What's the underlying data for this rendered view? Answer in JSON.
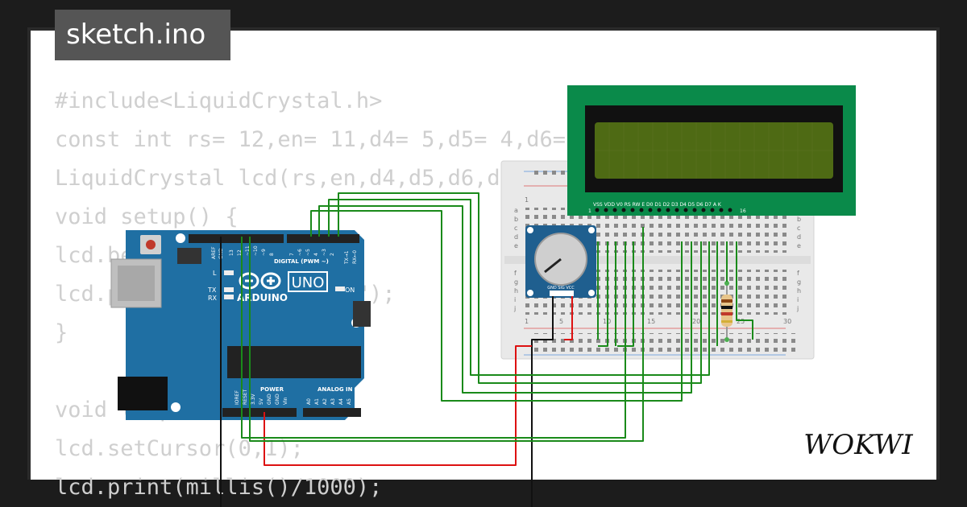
{
  "file_tab": {
    "name": "sketch.ino"
  },
  "code": {
    "lines": [
      "#include<LiquidCrystal.h>",
      "const int rs= 12,en= 11,d4= 5,d5= 4,d6= 3,d7= 2;",
      "LiquidCrystal lcd(rs,en,d4,d5,d6,d7);",
      "void setup() {",
      "lcd.begin(16,2);",
      "lcd.print(\"HELLO WORLD!\");",
      "}",
      "",
      "void loop() {",
      "lcd.setCursor(0,1);",
      "lcd.print(millis()/1000);"
    ]
  },
  "arduino": {
    "model": "UNO",
    "brand": "ARDUINO",
    "header_labels": [
      "AREF",
      "GND",
      "13",
      "12",
      "~11",
      "~10",
      "~9",
      "8",
      "7",
      "~6",
      "~5",
      "4",
      "~3",
      "2",
      "TX→1",
      "RX←0"
    ],
    "digital_label": "DIGITAL (PWM ~)",
    "power_label": "POWER",
    "analog_label": "ANALOG IN",
    "power_pins": [
      "IOREF",
      "RESET",
      "3.3V",
      "5V",
      "GND",
      "GND",
      "Vin"
    ],
    "analog_pins": [
      "A0",
      "A1",
      "A2",
      "A3",
      "A4",
      "A5"
    ],
    "led_labels": [
      "L",
      "TX",
      "RX"
    ],
    "on_label": "ON"
  },
  "breadboard": {
    "column_numbers": [
      "1",
      "5",
      "10",
      "15",
      "20",
      "25",
      "30"
    ],
    "row_letters_top": [
      "a",
      "b",
      "c",
      "d",
      "e"
    ],
    "row_letters_bottom": [
      "f",
      "g",
      "h",
      "i",
      "j"
    ]
  },
  "lcd": {
    "pin_labels": "VSS VDD V0 RS RW E D0 D1 D2 D3 D4 D5 D6 D7 A K",
    "pin_start": "1",
    "pin_end": "16"
  },
  "potentiometer": {
    "pin_labels": "GND SIG VCC"
  },
  "brand": {
    "logo": "WOKWI"
  },
  "colors": {
    "board_blue": "#1f6fa3",
    "lcd_green": "#0a8a4a",
    "lcd_screen": "#4e6a14",
    "wire_green": "#1a8a1a",
    "wire_red": "#dd1111",
    "wire_black": "#111111"
  }
}
